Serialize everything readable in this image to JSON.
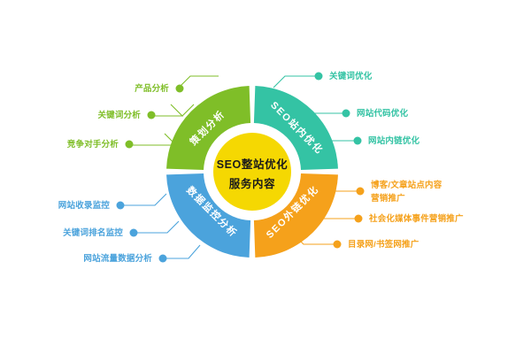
{
  "diagram": {
    "title": "SEO整站优化服务内容",
    "center": {
      "line1": "SEO整站优化",
      "line2": "服务内容",
      "color": "#F5D802",
      "text_color": "#1a1a1a"
    },
    "segments": [
      {
        "id": "planning-analysis",
        "label": "策划分析",
        "color": "#7FBE28",
        "position": "top-left"
      },
      {
        "id": "seo-onsite",
        "label": "SEO站内优化",
        "color": "#34C3A4",
        "position": "top-right"
      },
      {
        "id": "seo-offsite",
        "label": "SEO外链优化",
        "color": "#F5A11B",
        "position": "bottom-right"
      },
      {
        "id": "data-monitoring",
        "label": "数据监控分析",
        "color": "#4BA3DC",
        "position": "bottom-left"
      }
    ],
    "callouts": [
      {
        "id": "product-analysis",
        "text": "产品分析",
        "color": "#7FBE28",
        "side": "left",
        "segment": "planning-analysis"
      },
      {
        "id": "keyword-analysis",
        "text": "关键词分析",
        "color": "#7FBE28",
        "side": "left",
        "segment": "planning-analysis"
      },
      {
        "id": "competitor-analysis",
        "text": "竞争对手分析",
        "color": "#7FBE28",
        "side": "left",
        "segment": "planning-analysis"
      },
      {
        "id": "website-index-monitor",
        "text": "网站收录监控",
        "color": "#4BA3DC",
        "side": "left",
        "segment": "data-monitoring"
      },
      {
        "id": "keyword-rank-monitor",
        "text": "关键词排名监控",
        "color": "#4BA3DC",
        "side": "left",
        "segment": "data-monitoring"
      },
      {
        "id": "traffic-data-analysis",
        "text": "网站流量数据分析",
        "color": "#4BA3DC",
        "side": "left",
        "segment": "data-monitoring"
      },
      {
        "id": "keyword-optimization",
        "text": "关键词优化",
        "color": "#34C3A4",
        "side": "right",
        "segment": "seo-onsite"
      },
      {
        "id": "website-code-optimization",
        "text": "网站代码优化",
        "color": "#34C3A4",
        "side": "right",
        "segment": "seo-onsite"
      },
      {
        "id": "internal-link-optimization",
        "text": "网站内链优化",
        "color": "#34C3A4",
        "side": "right",
        "segment": "seo-onsite"
      },
      {
        "id": "blog-article-marketing",
        "text": "博客/文章站点内容",
        "text2": "营销推广",
        "color": "#F5A11B",
        "side": "right",
        "segment": "seo-offsite"
      },
      {
        "id": "social-media-marketing",
        "text": "社会化媒体事件营销推广",
        "color": "#F5A11B",
        "side": "right",
        "segment": "seo-offsite"
      },
      {
        "id": "directory-bookmark-promotion",
        "text": "目录网/书签网推广",
        "color": "#F5A11B",
        "side": "right",
        "segment": "seo-offsite"
      }
    ]
  }
}
